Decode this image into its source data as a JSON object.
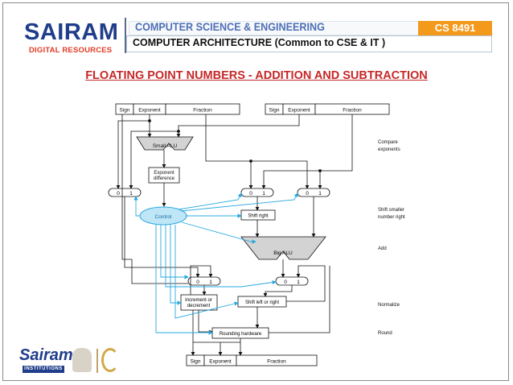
{
  "header": {
    "logo_main": "SAIRAM",
    "logo_sub": "DIGITAL RESOURCES",
    "department": "COMPUTER SCIENCE & ENGINEERING",
    "course_code": "CS 8491",
    "subject": "COMPUTER ARCHITECTURE  (Common to CSE & IT )"
  },
  "slide_title": "FLOATING POINT NUMBERS - ADDITION AND SUBTRACTION",
  "diagram": {
    "operand_a": {
      "sign": "Sign",
      "exponent": "Exponent",
      "fraction": "Fraction"
    },
    "operand_b": {
      "sign": "Sign",
      "exponent": "Exponent",
      "fraction": "Fraction"
    },
    "result": {
      "sign": "Sign",
      "exponent": "Exponent",
      "fraction": "Fraction"
    },
    "small_alu": "Small ALU",
    "exp_diff_line1": "Exponent",
    "exp_diff_line2": "difference",
    "control": "Control",
    "shift_right": "Shift right",
    "big_alu": "Big ALU",
    "inc_dec_line1": "Increment or",
    "inc_dec_line2": "decrement",
    "shift_lr": "Shift left or right",
    "rounding": "Rounding hardware",
    "mux_zero": "0",
    "mux_one": "1",
    "step_compare_1": "Compare",
    "step_compare_2": "exponents",
    "step_shift_1": "Shift smaller",
    "step_shift_2": "number right",
    "step_add": "Add",
    "step_normalize": "Normalize",
    "step_round": "Round"
  },
  "footer": {
    "logo_text": "Sairam",
    "logo_sub": "INSTITUTIONS"
  },
  "colors": {
    "title_red": "#c62828",
    "brand_blue": "#1f3d8a",
    "badge_orange": "#f39a1c",
    "control_blue": "#29a8e0"
  }
}
